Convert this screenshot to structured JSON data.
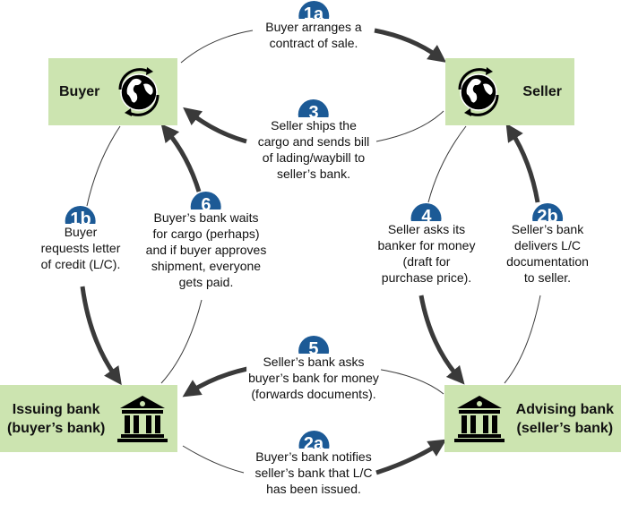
{
  "nodes": {
    "buyer": {
      "label": "Buyer",
      "icon": "globe-icon"
    },
    "seller": {
      "label": "Seller",
      "icon": "globe-icon"
    },
    "issuing_bank": {
      "label": "Issuing bank\n(buyer’s bank)",
      "icon": "bank-icon"
    },
    "advising_bank": {
      "label": "Advising bank\n(seller’s bank)",
      "icon": "bank-icon"
    }
  },
  "colors": {
    "box": "#cce4b0",
    "badge": "#1c5a96",
    "arrow": "#3a3a3a"
  },
  "steps": [
    {
      "num": "1a",
      "text": "Buyer arranges a\ncontract of sale."
    },
    {
      "num": "3",
      "text": "Seller ships the\ncargo and sends bill\nof lading/waybill to\nseller’s bank."
    },
    {
      "num": "1b",
      "text": "Buyer\nrequests letter\nof credit (L/C)."
    },
    {
      "num": "6",
      "text": "Buyer’s bank waits\nfor cargo (perhaps)\nand if buyer approves\nshipment, everyone\ngets paid."
    },
    {
      "num": "4",
      "text": "Seller asks its\nbanker for money\n(draft for\npurchase price)."
    },
    {
      "num": "2b",
      "text": "Seller’s bank\ndelivers L/C\ndocumentation\nto seller."
    },
    {
      "num": "5",
      "text": "Seller’s bank asks\nbuyer’s bank for money\n(forwards documents)."
    },
    {
      "num": "2a",
      "text": "Buyer’s bank notifies\nseller’s bank that L/C\nhas been issued."
    }
  ]
}
